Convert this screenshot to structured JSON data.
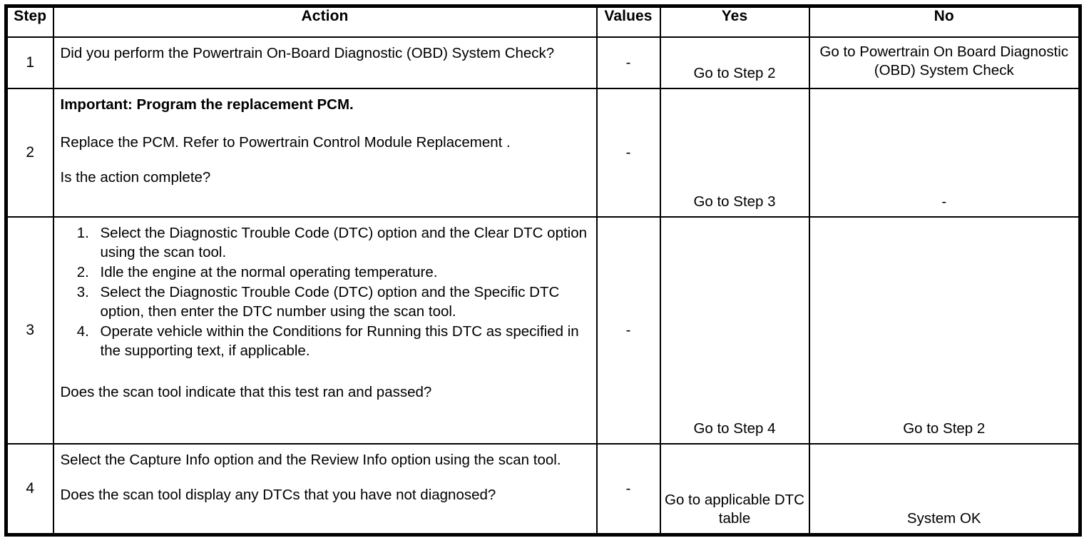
{
  "table": {
    "headers": {
      "step": "Step",
      "action": "Action",
      "values": "Values",
      "yes": "Yes",
      "no": "No"
    },
    "rows": [
      {
        "step": "1",
        "action_text": "Did you perform the Powertrain On-Board Diagnostic (OBD) System Check?",
        "values": "-",
        "yes": "Go to Step 2",
        "no": "Go to Powertrain On Board Diagnostic (OBD) System Check"
      },
      {
        "step": "2",
        "action_important": "Important: Program the replacement PCM.",
        "action_body": "Replace the PCM. Refer to Powertrain Control Module Replacement .",
        "action_question": "Is the action complete?",
        "values": "-",
        "yes": "Go to Step 3",
        "no": "-"
      },
      {
        "step": "3",
        "action_list": [
          "Select the Diagnostic Trouble Code (DTC) option and the Clear DTC option using the scan tool.",
          "Idle the engine at the normal operating temperature.",
          "Select the Diagnostic Trouble Code (DTC) option and the Specific DTC option, then enter the DTC number using the scan tool.",
          "Operate vehicle within the Conditions for Running this DTC as specified in the supporting text, if applicable."
        ],
        "action_question": "Does the scan tool indicate that this test ran and passed?",
        "values": "-",
        "yes": "Go to Step 4",
        "no": "Go to Step 2"
      },
      {
        "step": "4",
        "action_body": "Select the Capture Info option and the Review Info option using the scan tool.",
        "action_question": "Does the scan tool display any DTCs that you have not diagnosed?",
        "values": "-",
        "yes": "Go to applicable DTC table",
        "no": "System OK"
      }
    ]
  }
}
